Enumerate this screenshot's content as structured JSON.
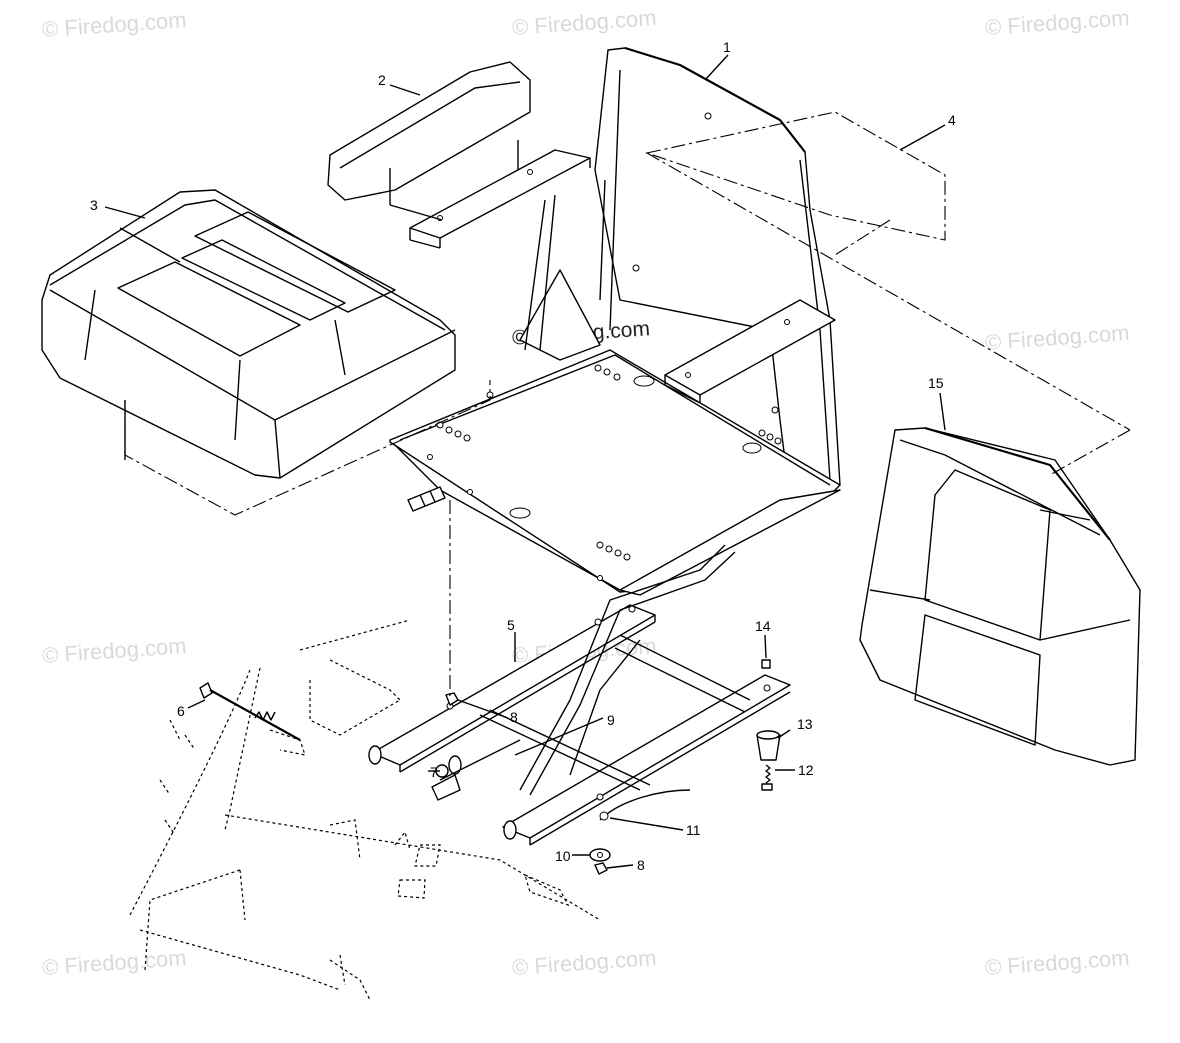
{
  "watermark": {
    "text": "© Firedog.com"
  },
  "callouts": [
    {
      "id": "1",
      "label": "1"
    },
    {
      "id": "2",
      "label": "2"
    },
    {
      "id": "3",
      "label": "3"
    },
    {
      "id": "4",
      "label": "4"
    },
    {
      "id": "5",
      "label": "5"
    },
    {
      "id": "6",
      "label": "6"
    },
    {
      "id": "7",
      "label": "7"
    },
    {
      "id": "8a",
      "label": "8"
    },
    {
      "id": "8b",
      "label": "8"
    },
    {
      "id": "9",
      "label": "9"
    },
    {
      "id": "10",
      "label": "10"
    },
    {
      "id": "11",
      "label": "11"
    },
    {
      "id": "12",
      "label": "12"
    },
    {
      "id": "13",
      "label": "13"
    },
    {
      "id": "14",
      "label": "14"
    },
    {
      "id": "15",
      "label": "15"
    }
  ]
}
